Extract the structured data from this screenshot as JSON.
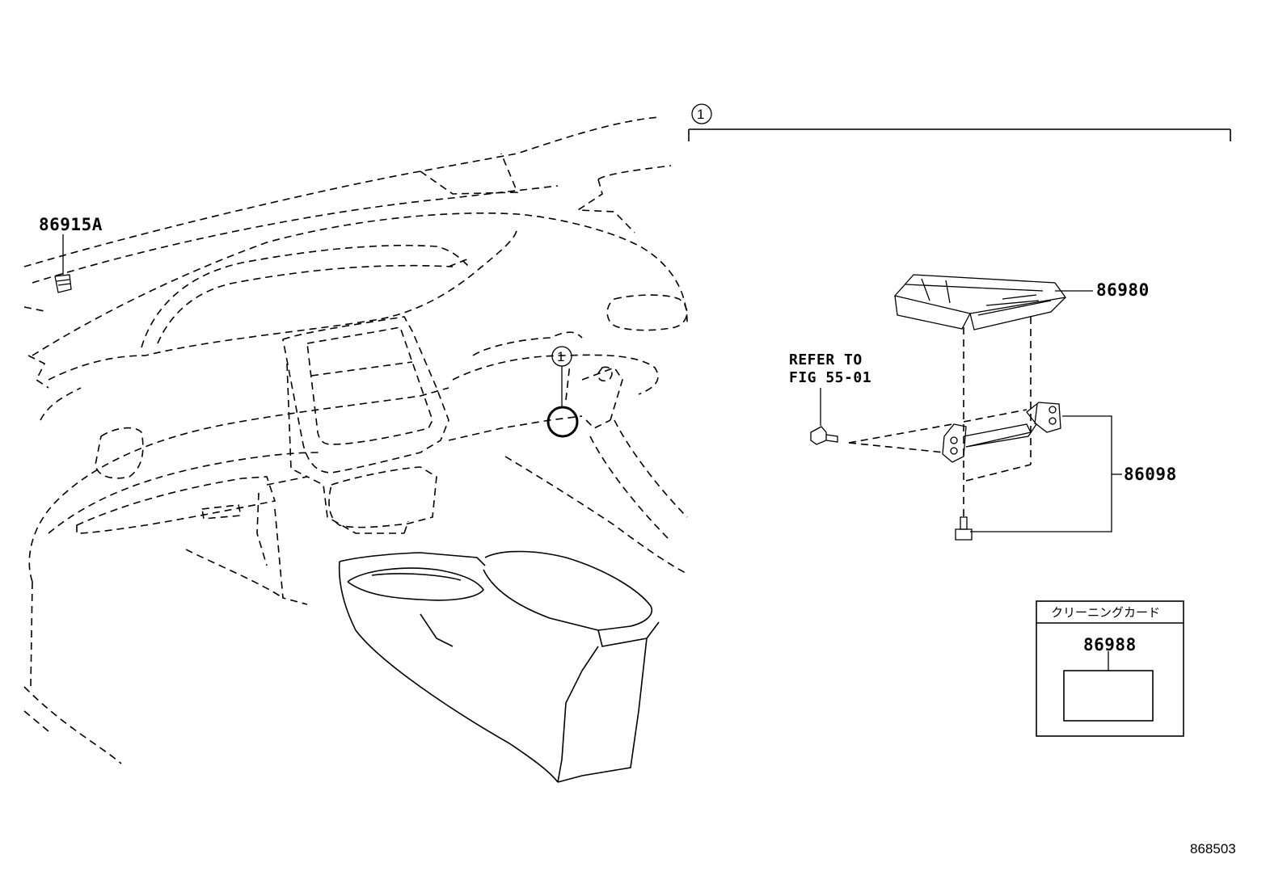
{
  "callout": {
    "marker": "1"
  },
  "parts": {
    "p86915A": "86915A",
    "p86980": "86980",
    "p86098": "86098",
    "p86988": "86988"
  },
  "refer": {
    "line1": "REFER TO",
    "line2": "FIG 55-01"
  },
  "card_box": {
    "title": "クリーニングカード"
  },
  "figure_number": "868503"
}
